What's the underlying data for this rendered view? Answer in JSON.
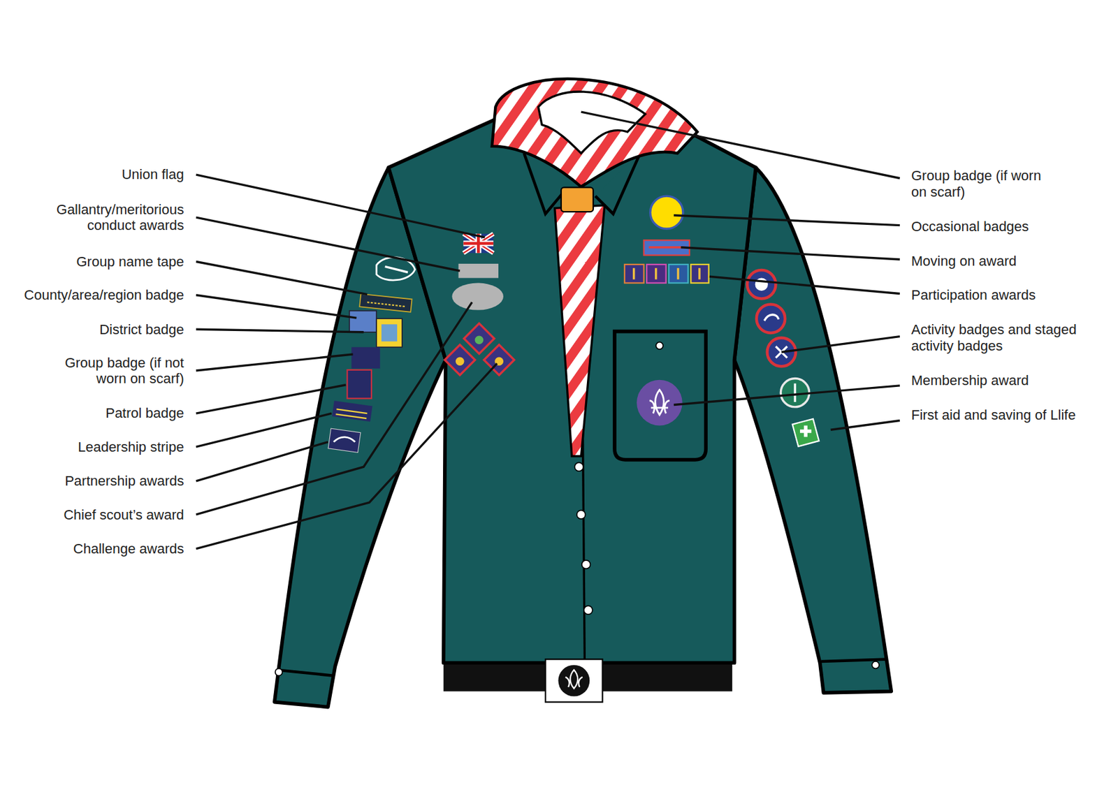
{
  "diagram": {
    "labels": [
      "Union flag",
      "Gallantry/meritorious conduct awards",
      "Group name tape",
      "County/area/region badge",
      "District badge",
      "Group badge (if not worn on scarf)",
      "Patrol badge",
      "Leadership stripe",
      "Partnership awards",
      "Chief scout’s award",
      "Challenge awards",
      "Group badge (if worn on scarf)",
      "Occasional badges",
      "Moving on award",
      "Participation awards",
      "Activity badges and staged activity badges",
      "Membership award",
      "First aid and saving of Llife"
    ]
  }
}
